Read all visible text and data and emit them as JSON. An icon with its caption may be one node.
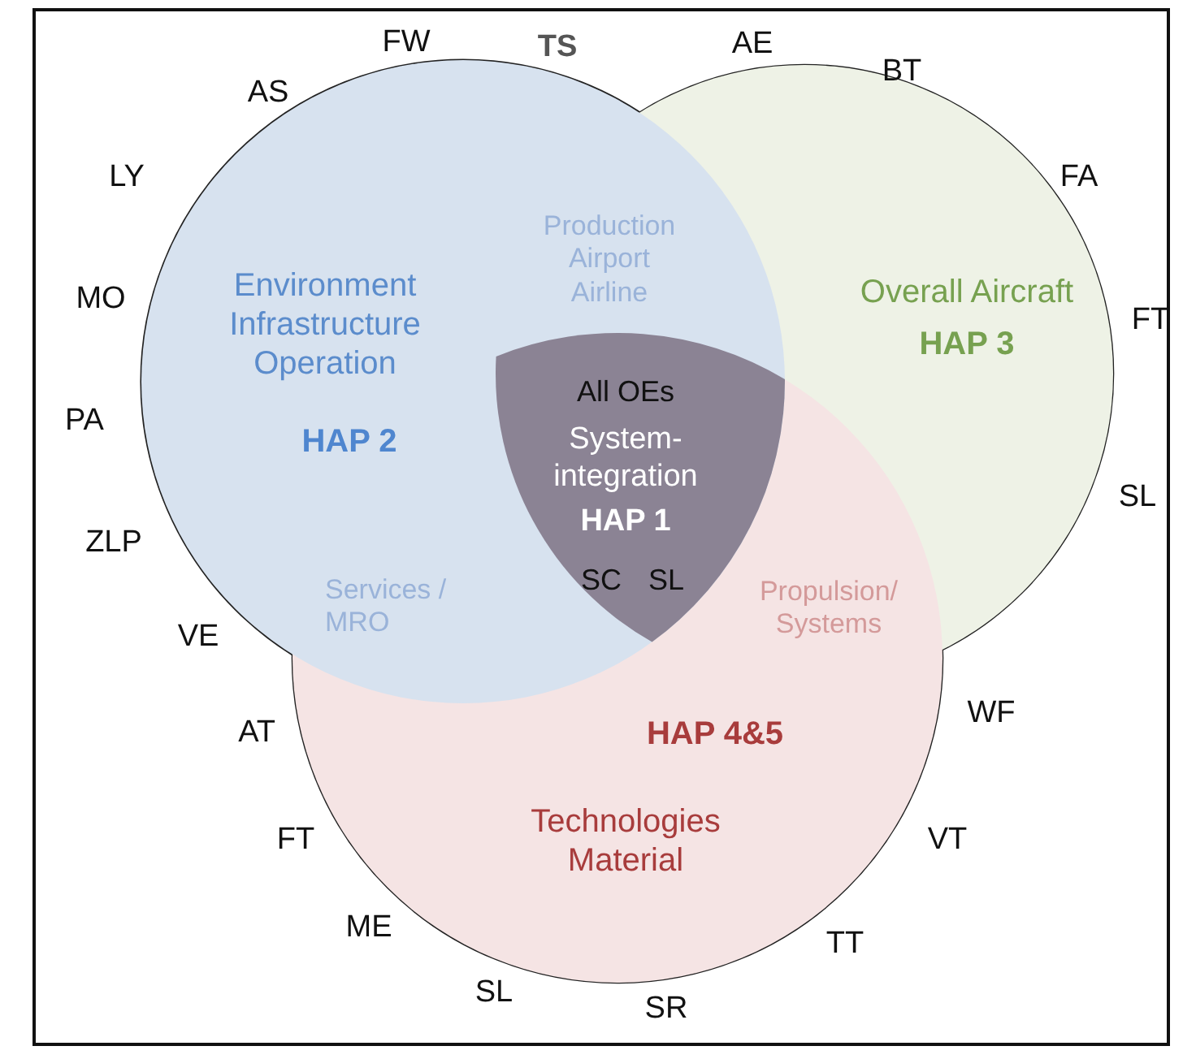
{
  "diagram": {
    "nodes": [
      {
        "text": [
          "Environment Infrastructure Operation",
          "HAP 2"
        ]
      },
      {
        "text": [
          "Overall Aircraft",
          "HAP 3"
        ]
      },
      {
        "text": [
          "HAP 4&5",
          "Technologies Material"
        ]
      },
      {
        "text": [
          "All OEs",
          "System-integration",
          "HAP 1",
          "SC",
          "SL"
        ]
      },
      {
        "text": [
          "Production Airport Airline"
        ]
      },
      {
        "text": [
          "Services / MRO"
        ]
      },
      {
        "text": [
          "Propulsion/ Systems"
        ]
      }
    ],
    "edges": [],
    "labels": [
      "FW",
      "TS",
      "AE",
      "AS",
      "BT",
      "LY",
      "FA",
      "MO",
      "FT",
      "PA",
      "SL",
      "ZLP",
      "VE",
      "AT",
      "WF",
      "FT",
      "VT",
      "ME",
      "TT",
      "SL",
      "SR"
    ]
  }
}
